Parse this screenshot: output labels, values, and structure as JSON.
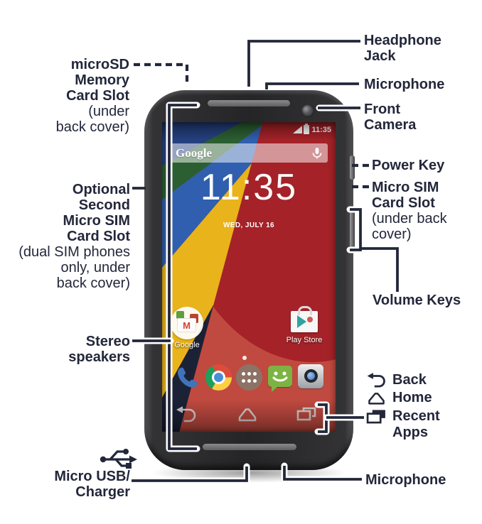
{
  "labels": {
    "microsd": {
      "bold": [
        "microSD",
        "Memory",
        "Card Slot"
      ],
      "normal": [
        "(under",
        "back cover)"
      ]
    },
    "headphone_jack": [
      "Headphone",
      "Jack"
    ],
    "microphone_top": "Microphone",
    "front_camera": [
      "Front",
      "Camera"
    ],
    "power_key": "Power Key",
    "micro_sim": {
      "bold": [
        "Micro SIM",
        "Card Slot"
      ],
      "normal": [
        "(under back",
        "cover)"
      ]
    },
    "volume_keys": "Volume Keys",
    "optional_sim": {
      "bold": [
        "Optional",
        "Second",
        "Micro SIM",
        "Card Slot"
      ],
      "normal": [
        "(dual SIM phones",
        "only, under",
        "back cover)"
      ]
    },
    "stereo_speakers": [
      "Stereo",
      "speakers"
    ],
    "back": "Back",
    "home": "Home",
    "recent_apps": [
      "Recent",
      "Apps"
    ],
    "micro_usb": [
      "Micro USB/",
      "Charger"
    ],
    "microphone_bottom": "Microphone"
  },
  "phone_screen": {
    "status_time": "11:35",
    "search_logo": "Google",
    "clock": "11:35",
    "date": "WED, JULY 16",
    "folder_label": "Google",
    "play_store_label": "Play Store",
    "gmail_letter": "M"
  },
  "icons": {
    "usb-icon": "usb-trident",
    "back-icon": "curved-back-arrow",
    "home-icon": "home-outline",
    "recent-apps-icon": "stacked-windows",
    "signal-icon": "signal-triangle",
    "battery-icon": "battery-full",
    "mic-icon": "microphone",
    "phone-icon": "handset",
    "chrome-icon": "chrome-wheel",
    "app-drawer-icon": "dot-grid",
    "messaging-icon": "smiley-bubble",
    "camera-icon": "lens"
  },
  "colors": {
    "label_ink": "#23273a",
    "wallpaper_red": "#b2282c",
    "wallpaper_red_dark": "#a42228",
    "wallpaper_red_light": "#c14a40",
    "wallpaper_blue": "#2f5fae",
    "wallpaper_navy": "#24407f",
    "wallpaper_green": "#2b5f31",
    "wallpaper_yellow": "#e9b31b",
    "phone_body": "#252527"
  }
}
